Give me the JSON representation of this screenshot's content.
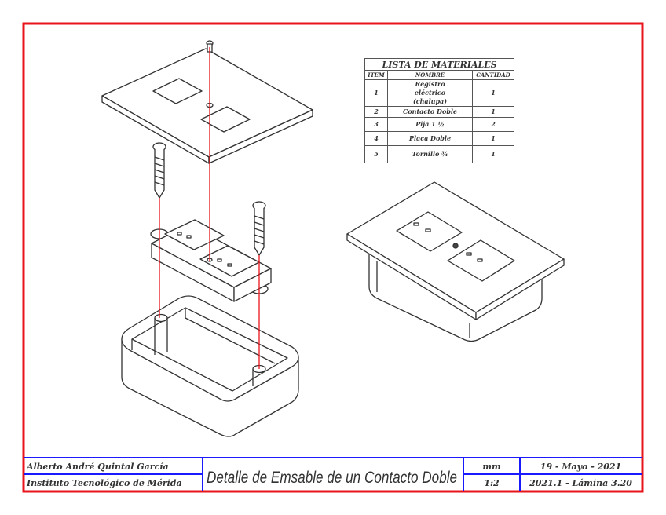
{
  "materials": {
    "title": "LISTA DE MATERIALES",
    "headers": [
      "ITEM",
      "NOMBRE",
      "CANTIDAD"
    ],
    "rows": [
      {
        "item": "1",
        "name": "Registro eléctrico (chalupa)",
        "qty": "1"
      },
      {
        "item": "2",
        "name": "Contacto Doble",
        "qty": "1"
      },
      {
        "item": "3",
        "name": "Pija 1 ½",
        "qty": "2"
      },
      {
        "item": "4",
        "name": "Placa Doble",
        "qty": "1"
      },
      {
        "item": "5",
        "name": "Tornillo ¾",
        "qty": "1"
      }
    ]
  },
  "title_block": {
    "author": "Alberto André Quintal García",
    "institution": "Instituto Tecnológico de Mérida",
    "title": "Detalle de Emsable de un Contacto Doble",
    "units": "mm",
    "scale": "1:2",
    "date": "19 - Mayo - 2021",
    "sheet": "2021.1 - Lámina 3.20"
  },
  "colors": {
    "border": "#e8141c",
    "title_block_lines": "#1a1aff",
    "assembly_lines": "#e8141c",
    "drawing": "#333333"
  }
}
